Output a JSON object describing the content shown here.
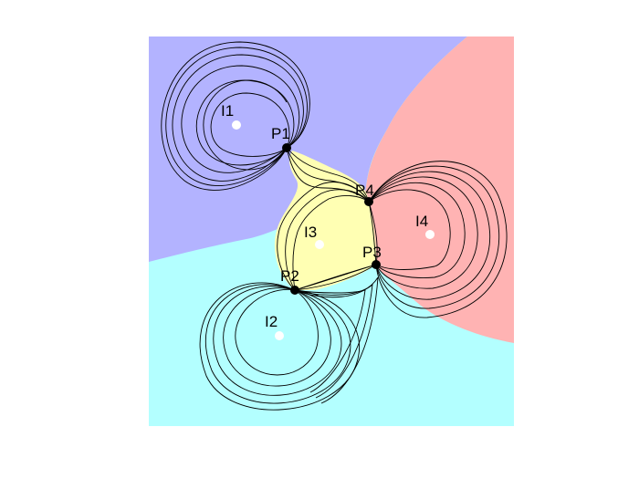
{
  "colors": {
    "background": "#ffffff",
    "region_i1": "#b3b3ff",
    "region_i2": "#b3ffff",
    "region_i3": "#ffffb3",
    "region_i4": "#ffb3b3",
    "trajectory": "#000000",
    "fixed_point": "#000000",
    "center_marker": "#ffffff"
  },
  "points": {
    "i1": "I1",
    "i2": "I2",
    "i3": "I3",
    "i4": "I4",
    "p1": "P1",
    "p2": "P2",
    "p3": "P3",
    "p4": "P4"
  }
}
